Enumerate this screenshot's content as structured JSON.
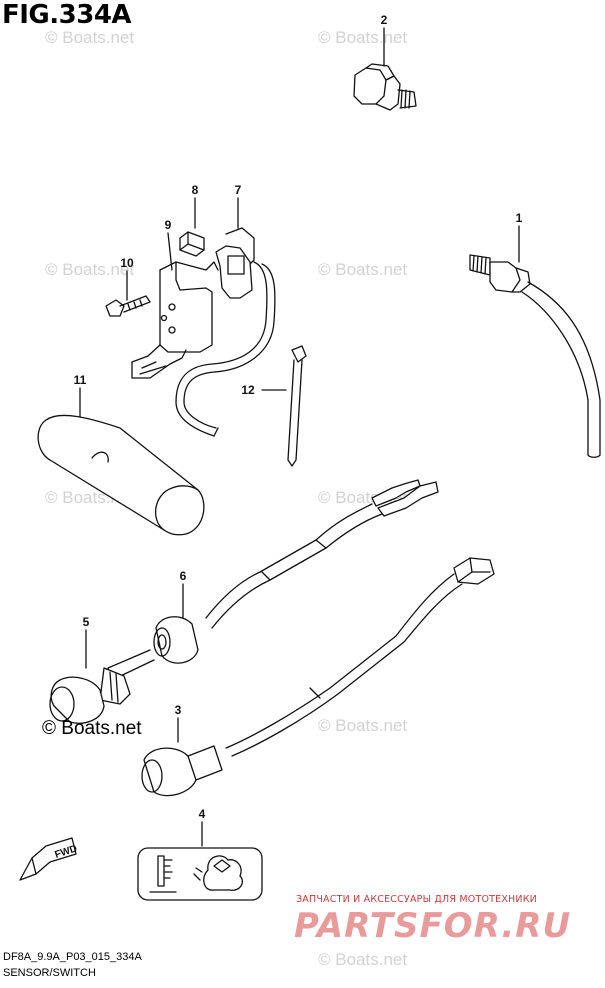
{
  "figure": {
    "title": "FIG.334A",
    "code": "DF8A_9.9A_P03_015_334A",
    "section": "SENSOR/SWITCH"
  },
  "watermark": {
    "text": "© Boats.net",
    "strong_text": "© Boats.net"
  },
  "branding": {
    "tagline": "ЗАПЧАСТИ И АКСЕССУАРЫ ДЛЯ МОТОТЕХНИКИ",
    "logo_text": "PARTSFOR.RU"
  },
  "callouts": [
    {
      "id": "callout-1",
      "label": "1"
    },
    {
      "id": "callout-2",
      "label": "2"
    },
    {
      "id": "callout-3",
      "label": "3"
    },
    {
      "id": "callout-4",
      "label": "4"
    },
    {
      "id": "callout-5",
      "label": "5"
    },
    {
      "id": "callout-6",
      "label": "6"
    },
    {
      "id": "callout-7",
      "label": "7"
    },
    {
      "id": "callout-8",
      "label": "8"
    },
    {
      "id": "callout-9",
      "label": "9"
    },
    {
      "id": "callout-10",
      "label": "10"
    },
    {
      "id": "callout-11",
      "label": "11"
    },
    {
      "id": "callout-12",
      "label": "12"
    }
  ],
  "fwd_label": "FWD",
  "colors": {
    "line": "#111111",
    "watermark": "#d2d2d2",
    "brand_red": "#d84a4a"
  }
}
